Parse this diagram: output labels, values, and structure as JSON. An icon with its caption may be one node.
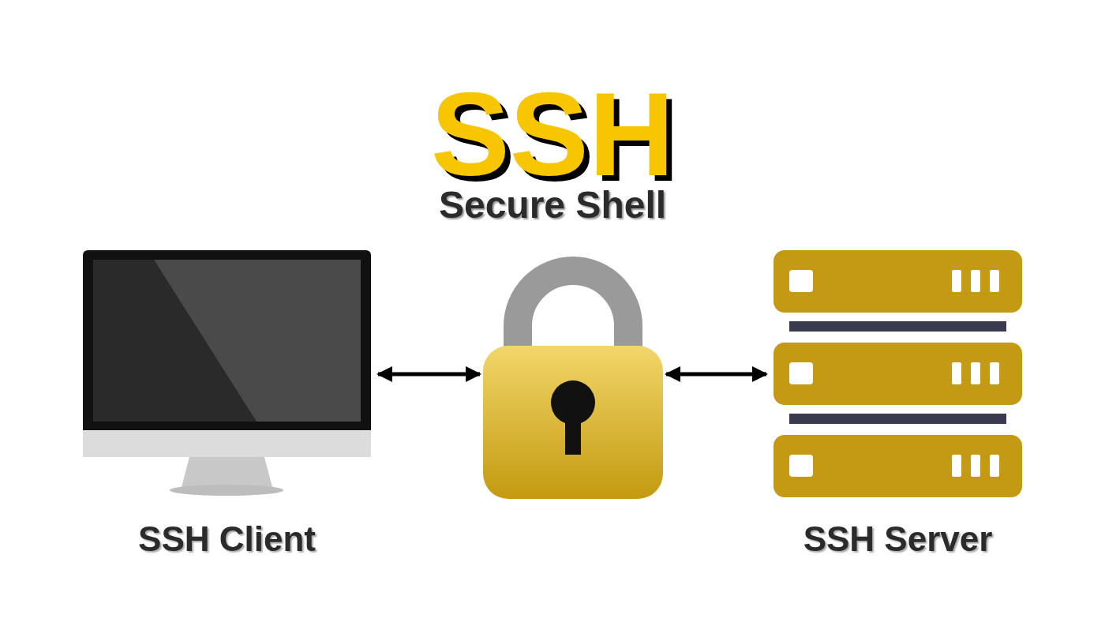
{
  "diagram": {
    "title": "SSH",
    "nodes": [
      {
        "text": [
          "SSH Client"
        ]
      },
      {
        "text": [],
        "shape": "picture"
      },
      {
        "text": [
          "SSH Server"
        ]
      }
    ],
    "edges": [
      {
        "from": 0,
        "to": 1,
        "arrow": "both"
      },
      {
        "from": 1,
        "to": 2,
        "arrow": "both"
      }
    ],
    "labels": [
      "Secure Shell"
    ]
  }
}
